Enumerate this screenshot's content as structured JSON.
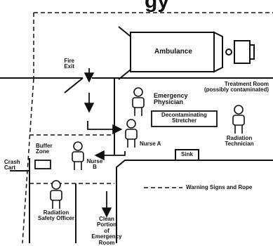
{
  "header": {
    "title_fragment": "gy"
  },
  "labels": {
    "ambulance": "Ambulance",
    "fire_exit": [
      "Fire",
      "Exit"
    ],
    "treatment_room": [
      "Treatment Room",
      "(possibly contaminated)"
    ],
    "emergency_physician": [
      "Emergency",
      "Physician"
    ],
    "decon_stretcher": [
      "Decontaminating",
      "Stretcher"
    ],
    "radiation_technician": [
      "Radiation",
      "Technician"
    ],
    "buffer_zone": [
      "Buffer",
      "Zone"
    ],
    "nurse_a": "Nurse A",
    "nurse_b": [
      "Nurse",
      "B"
    ],
    "crash_cart": [
      "Crash",
      "Cart"
    ],
    "sink": "Sink",
    "legend_warning": "Warning Signs and Rope",
    "radiation_safety_officer": [
      "Radiation",
      "Safety Officer"
    ],
    "clean_portion": [
      "Clean",
      "Portion",
      "of",
      "Emergency",
      "Room"
    ]
  },
  "colors": {
    "ink": "#111111",
    "background": "#ffffff"
  }
}
